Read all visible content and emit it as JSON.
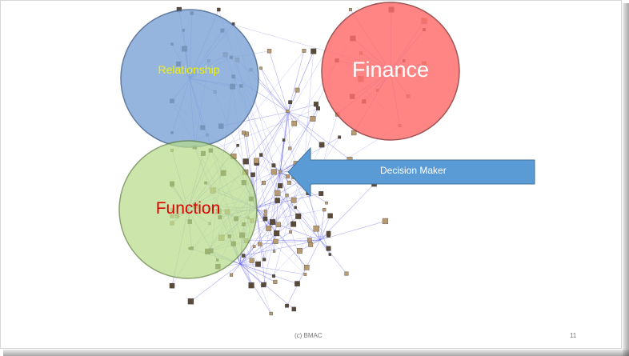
{
  "slide": {
    "circles": [
      {
        "key": "relationship",
        "label": "Relationship",
        "fill": "#7ea6d8",
        "stroke": "#3f5f8a",
        "text_color": "#f4f200"
      },
      {
        "key": "finance",
        "label": "Finance",
        "fill": "#ff6b6b",
        "stroke": "#8a3030",
        "text_color": "#ffffff"
      },
      {
        "key": "function",
        "label": "Function",
        "fill": "#b8dc8a",
        "stroke": "#5f7f3a",
        "text_color": "#e00000"
      }
    ],
    "arrow": {
      "label": "Decision Maker",
      "fill": "#5b9bd5",
      "stroke": "#41719c"
    },
    "footer": {
      "copyright": "(c) BMAC",
      "page_number": "11"
    },
    "colors": {
      "network_edge": "#6a6ae8",
      "node": "#5a4a3a"
    }
  }
}
